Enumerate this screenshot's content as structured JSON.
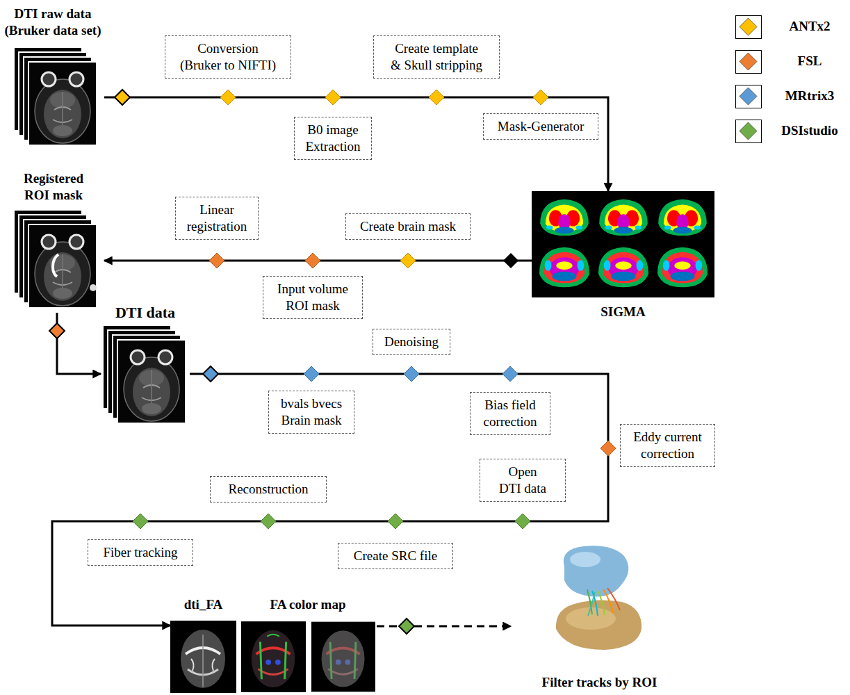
{
  "diagram": {
    "nodes": [
      {
        "text": [
          "DTI raw data (Bruker data set)"
        ]
      },
      {
        "text": [
          "Conversion (Bruker to NIFTI)"
        ]
      },
      {
        "text": [
          "Create template & Skull stripping"
        ]
      },
      {
        "text": [
          "B0 image Extraction"
        ]
      },
      {
        "text": [
          "Mask-Generator"
        ]
      },
      {
        "text": [
          "Registered ROI mask"
        ]
      },
      {
        "text": [
          "Linear registration"
        ]
      },
      {
        "text": [
          "Create brain mask"
        ]
      },
      {
        "text": [
          "Input volume ROI mask"
        ]
      },
      {
        "text": [
          "SIGMA"
        ]
      },
      {
        "text": [
          "DTI data"
        ]
      },
      {
        "text": [
          "Denoising"
        ]
      },
      {
        "text": [
          "bvals bvecs Brain mask"
        ]
      },
      {
        "text": [
          "Bias field correction"
        ]
      },
      {
        "text": [
          "Eddy current correction"
        ]
      },
      {
        "text": [
          "Reconstruction"
        ]
      },
      {
        "text": [
          "Open DTI data"
        ]
      },
      {
        "text": [
          "Fiber tracking"
        ]
      },
      {
        "text": [
          "Create SRC file"
        ]
      },
      {
        "text": [
          "dti_FA",
          "FA color map"
        ]
      },
      {
        "text": [
          "Filter tracks by ROI"
        ]
      }
    ],
    "edges": [
      {
        "from": 0,
        "to": 9,
        "arrow": "to"
      },
      {
        "from": 9,
        "to": 5,
        "arrow": "to"
      },
      {
        "from": 5,
        "to": 10,
        "arrow": "to"
      },
      {
        "from": 10,
        "to": 19,
        "arrow": "to"
      },
      {
        "from": 19,
        "to": 20,
        "arrow": "to"
      }
    ],
    "legend": [
      {
        "text": "ANTx2",
        "color": "#FFC000"
      },
      {
        "text": "FSL",
        "color": "#ED7D31"
      },
      {
        "text": "MRtrix3",
        "color": "#5B9BD5"
      },
      {
        "text": "DSIstudio",
        "color": "#70AD47"
      }
    ]
  }
}
